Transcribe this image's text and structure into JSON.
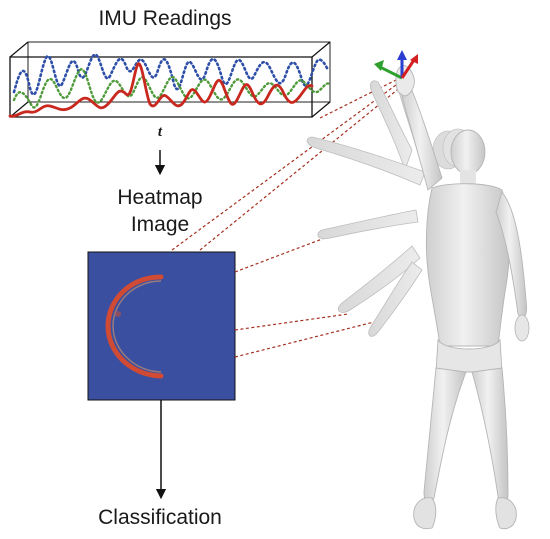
{
  "labels": {
    "imu_title": "IMU Readings",
    "time_axis": "t",
    "heatmap_line1": "Heatmap",
    "heatmap_line2": "Image",
    "classification": "Classification"
  },
  "colors": {
    "signal_blue": "#2e4fa8",
    "signal_green": "#4f9a3a",
    "signal_red": "#c8281e",
    "heatmap_background": "#3a4fa0",
    "heatmap_stroke": "#d84a2e",
    "projection_dash": "#a63020",
    "body_fill": "#e6e6e6",
    "axis_red": "#d42020",
    "axis_green": "#2ea02e",
    "axis_blue": "#2a3fd0"
  },
  "icons": {
    "hand_axes": "xyz-axes-icon",
    "arrow_down": "arrow-down-icon"
  }
}
